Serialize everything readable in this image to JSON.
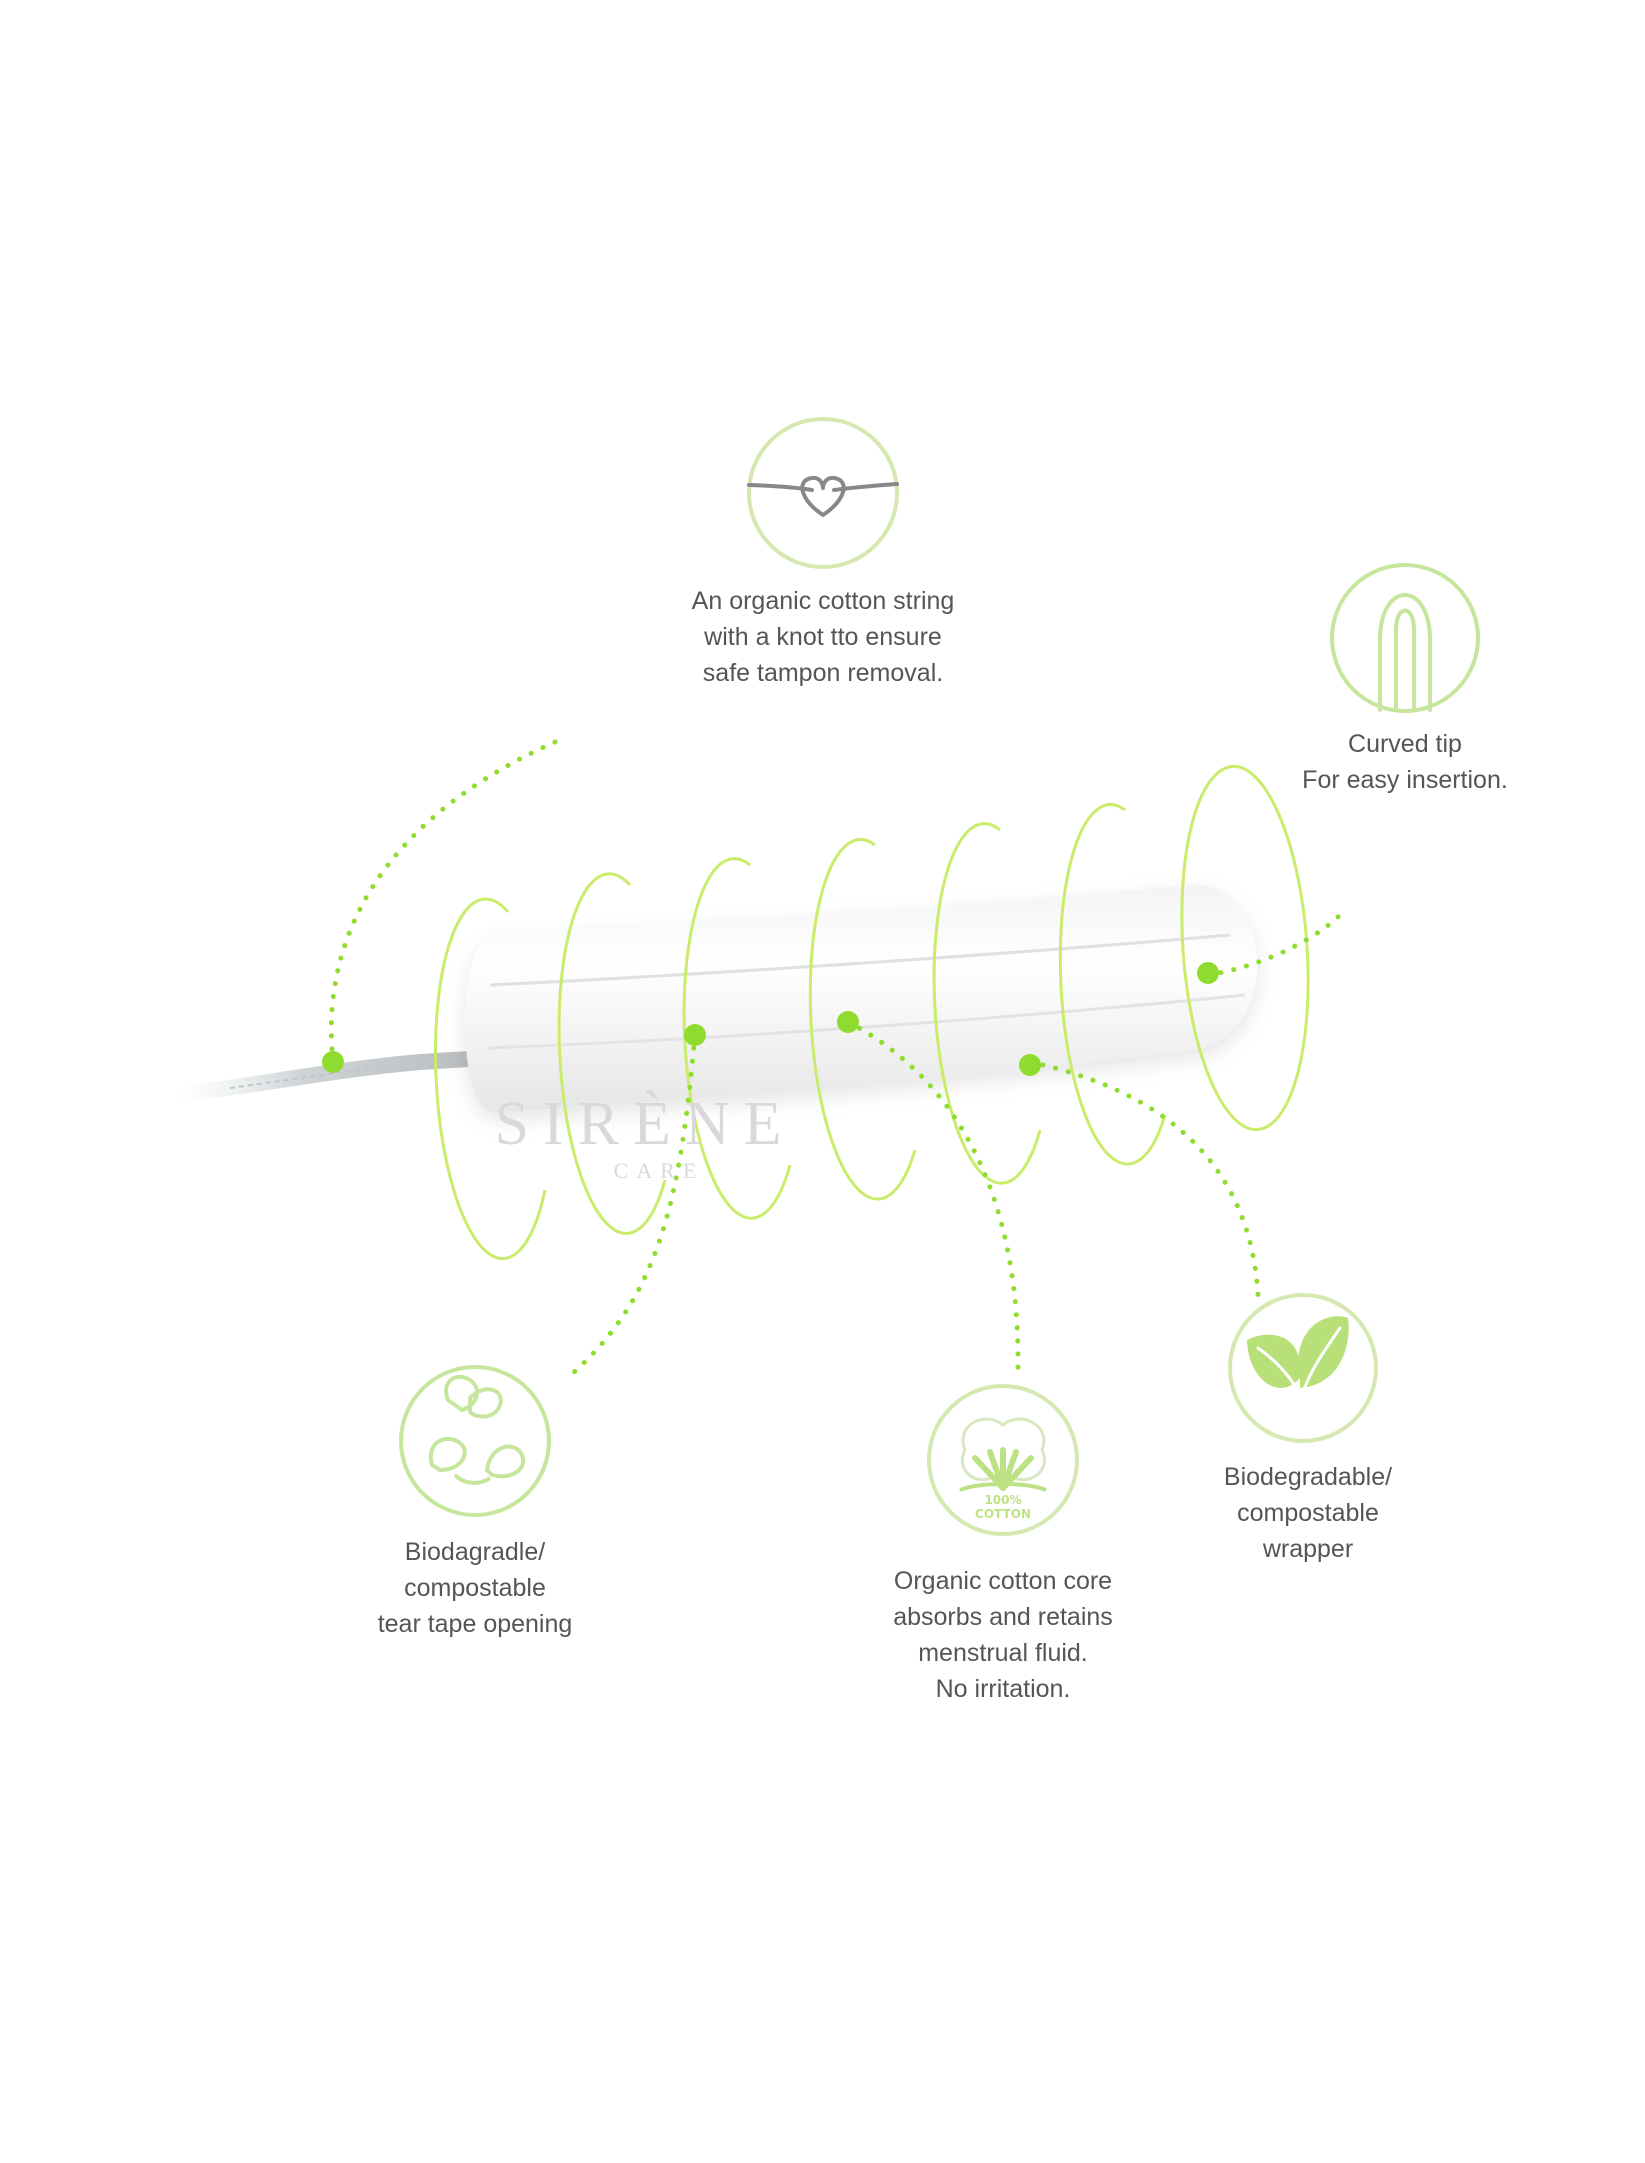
{
  "brand": {
    "name": "SIRÈNE",
    "sub": "CARE"
  },
  "colors": {
    "accent": "#8fdc2f",
    "ring": "#c9ec6a",
    "icon_circle": "#d4e8b0",
    "icon_green": "#c5e69c",
    "string_icon": "#888888",
    "text": "#555555"
  },
  "features": [
    {
      "id": "string",
      "icon": "heart-knot-string-icon",
      "lines": [
        "An organic cotton string",
        "with a knot tto ensure",
        "safe tampon removal."
      ]
    },
    {
      "id": "tip",
      "icon": "curved-tip-icon",
      "lines": [
        "Curved tip",
        "For easy insertion."
      ]
    },
    {
      "id": "tear-tape",
      "icon": "leaves-cycle-icon",
      "lines": [
        "Biodagradle/",
        "compostable",
        "tear tape opening"
      ]
    },
    {
      "id": "core",
      "icon": "cotton-flower-icon",
      "badge": [
        "100%",
        "COTTON"
      ],
      "lines": [
        "Organic cotton core",
        "absorbs and retains",
        "menstrual fluid.",
        "No irritation."
      ]
    },
    {
      "id": "wrapper",
      "icon": "leaf-pair-icon",
      "lines": [
        "Biodegradable/",
        "compostable",
        "wrapper"
      ]
    }
  ]
}
